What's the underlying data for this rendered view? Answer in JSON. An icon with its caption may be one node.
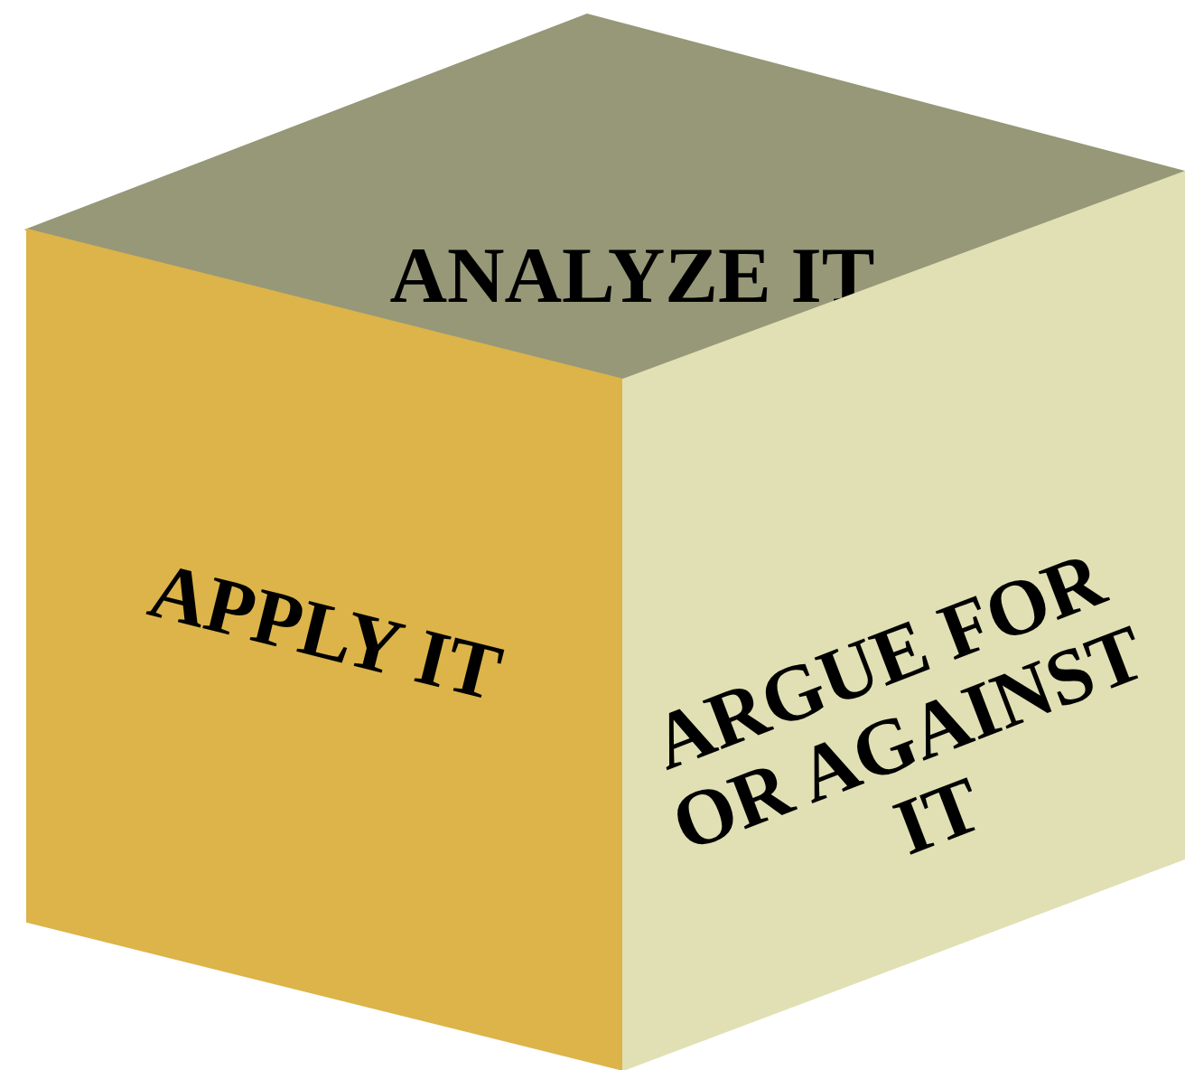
{
  "diagram": {
    "nodes": [
      {
        "text": [
          "ANALYZE IT"
        ]
      },
      {
        "text": [
          "APPLY IT"
        ]
      },
      {
        "text": [
          "ARGUE FOR OR AGAINST IT"
        ]
      }
    ]
  }
}
